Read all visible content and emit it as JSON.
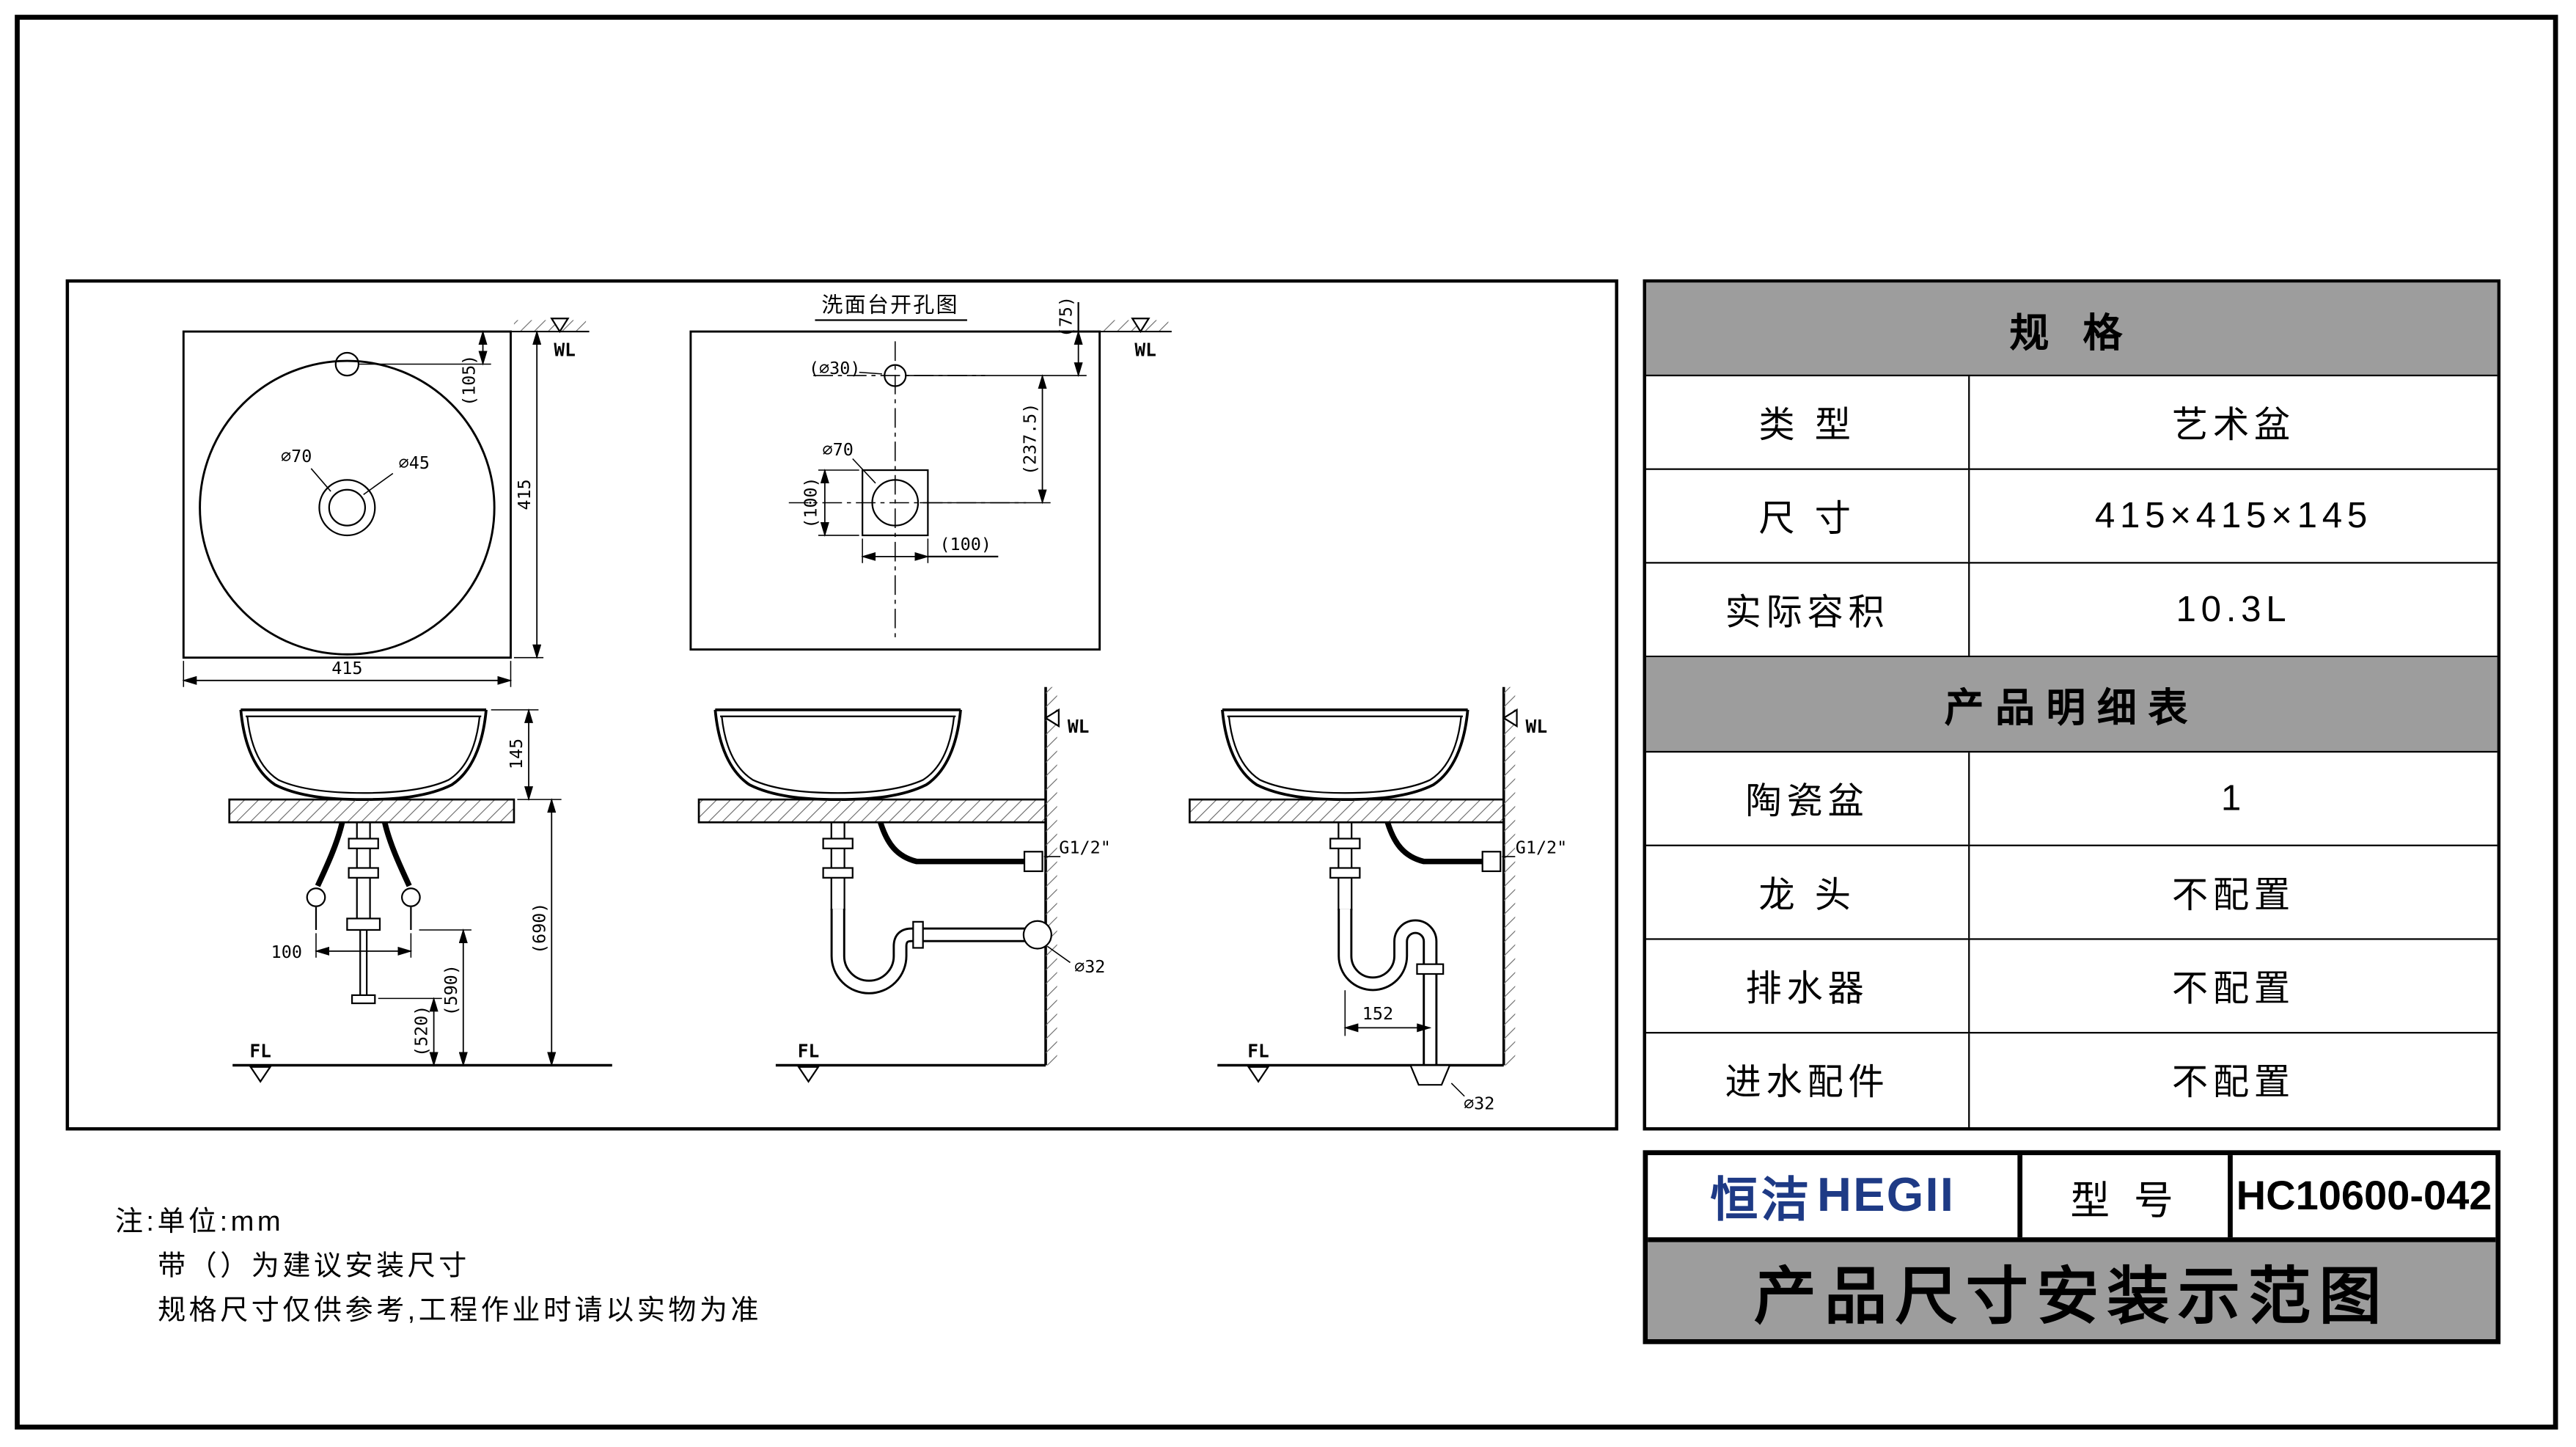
{
  "colors": {
    "header_gray": "#9d9d9d",
    "logo_blue": "#1e3a85",
    "ink": "#000000"
  },
  "notes": {
    "line1": "注:单位:mm",
    "line2": "带（）为建议安装尺寸",
    "line3": "规格尺寸仅供参考,工程作业时请以实物为准"
  },
  "spec_table": {
    "header": "规 格",
    "rows": [
      {
        "label": "类 型",
        "value": "艺术盆"
      },
      {
        "label": "尺 寸",
        "value": "415×415×145"
      },
      {
        "label": "实际容积",
        "value": "10.3L"
      }
    ],
    "detail_header": "产品明细表",
    "detail_rows": [
      {
        "label": "陶瓷盆",
        "value": "1"
      },
      {
        "label": "龙 头",
        "value": "不配置"
      },
      {
        "label": "排水器",
        "value": "不配置"
      },
      {
        "label": "进水配件",
        "value": "不配置"
      }
    ]
  },
  "title_block": {
    "brand_cn": "恒洁",
    "brand_en": "HEGII",
    "model_label": "型 号",
    "model_value": "HC10600-042",
    "title": "产品尺寸安装示范图"
  },
  "drawings": {
    "top_view": {
      "dim_width": "415",
      "dim_height": "415",
      "dim_faucet_offset": "(105)",
      "drain_outer": "∅70",
      "drain_inner": "∅45",
      "wall_label": "WL"
    },
    "cutout_view": {
      "title": "洗面台开孔图",
      "faucet_hole": "(∅30)",
      "drain_hole": "∅70",
      "dim_square_h": "(100)",
      "dim_square_w": "(100)",
      "dim_faucet_to_drain": "(237.5)",
      "dim_wall_to_faucet": "(75)",
      "wall_label": "WL"
    },
    "front_view": {
      "dim_basin_height": "145",
      "dim_counter_height": "(690)",
      "dim_supply_height": "(590)",
      "dim_valve_height": "(520)",
      "dim_supply_spread": "100",
      "floor_label": "FL"
    },
    "wall_drain_view": {
      "wall_label": "WL",
      "inlet_label": "G1/2\"",
      "drain_dia": "∅32",
      "floor_label": "FL"
    },
    "floor_drain_view": {
      "wall_label": "WL",
      "inlet_label": "G1/2\"",
      "dim_trap_offset": "152",
      "drain_dia": "∅32",
      "floor_label": "FL"
    }
  }
}
